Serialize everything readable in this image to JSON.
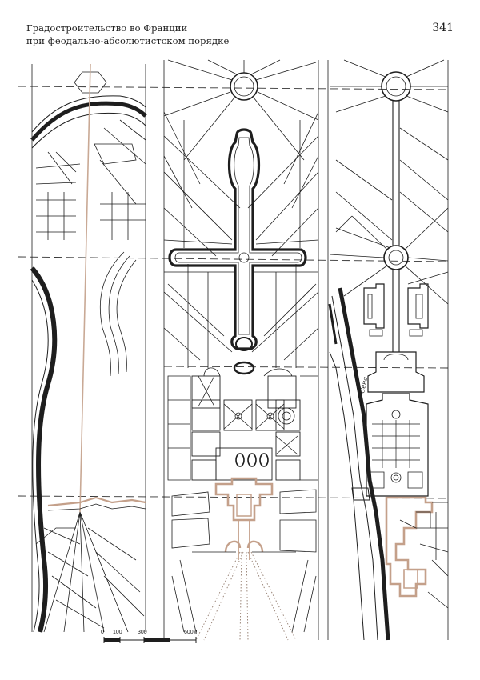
{
  "header": {
    "title_line1": "Градостроительство во Франции",
    "title_line2": "при феодально-абсолютистском порядке",
    "page_number": "341"
  },
  "map": {
    "river_label": "Сена",
    "scale_labels": [
      "0",
      "100",
      "300",
      "600м"
    ],
    "colors": {
      "ink": "#1e1e1e",
      "palace": "#c4a08a",
      "axis": "#c9a995",
      "paper": "#ffffff"
    }
  }
}
